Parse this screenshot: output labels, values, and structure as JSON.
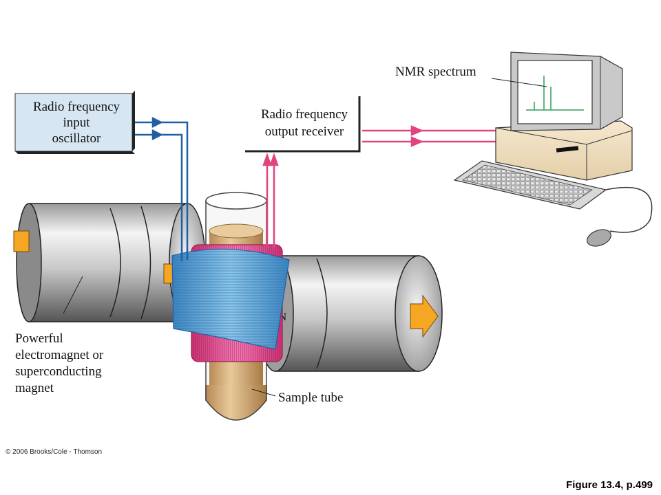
{
  "labels": {
    "rf_input_line1": "Radio frequency",
    "rf_input_line2": "input",
    "rf_input_line3": "oscillator",
    "rf_output_line1": "Radio frequency",
    "rf_output_line2": "output receiver",
    "nmr_spectrum": "NMR spectrum",
    "magnet_line1": "Powerful",
    "magnet_line2": "electromagnet or",
    "magnet_line3": "superconducting",
    "magnet_line4": "magnet",
    "sample_tube": "Sample tube",
    "north_pole": "N"
  },
  "footer": {
    "copyright": "© 2006 Brooks/Cole - Thomson",
    "figure_caption": "Figure 13.4, p.499"
  },
  "colors": {
    "input_wire": "#1f5fa8",
    "output_wire": "#e0457f",
    "coil_blue": "#5aa8d8",
    "coil_pink": "#e8559a",
    "oscillator_fill": "#d6e6f2",
    "arrow_orange": "#f5a623",
    "sample_fill": "#d9b483"
  }
}
